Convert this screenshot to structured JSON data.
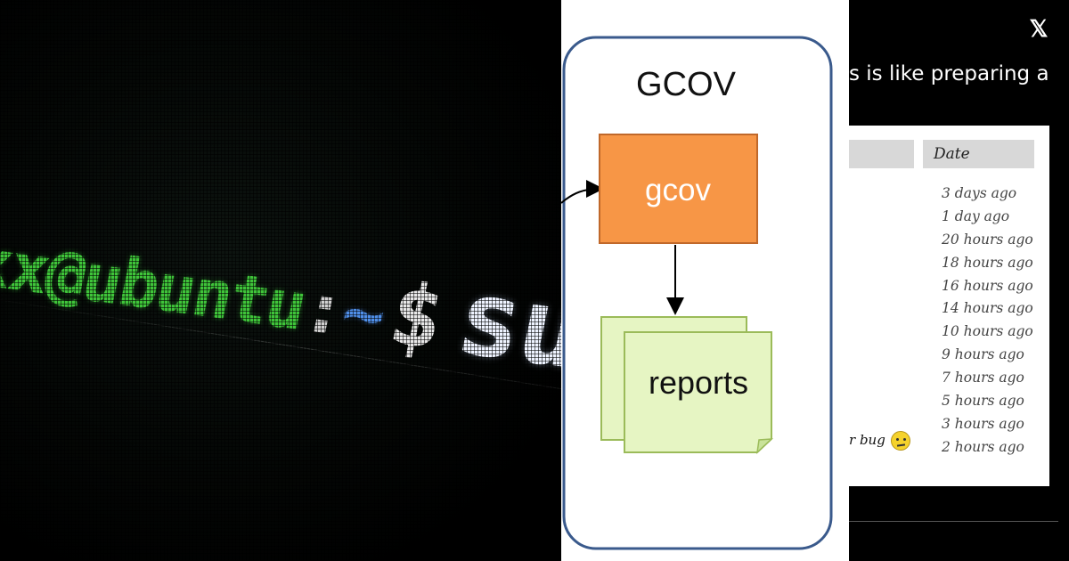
{
  "terminal": {
    "user_host": "xx@ubuntu",
    "separator": ":",
    "path": "~",
    "dollar": "$",
    "command": "sudo"
  },
  "diagram": {
    "title": "GCOV",
    "process_label": "gcov",
    "output_label": "reports",
    "process_color": "#f79646",
    "output_color": "#e6f5c3",
    "border_color": "#3a5a8c"
  },
  "overlay": {
    "close_icon": "x-logo-icon",
    "headline_fragment": "s is like preparing a",
    "table": {
      "date_header": "Date",
      "bug_text": "r bug",
      "bug_icon": "annoyed-face-emoji",
      "dates": [
        "3 days ago",
        "1 day ago",
        "20 hours ago",
        "18 hours ago",
        "16 hours ago",
        "14 hours ago",
        "10 hours ago",
        "9 hours ago",
        "7 hours ago",
        "5 hours ago",
        "3 hours ago",
        "2 hours ago"
      ]
    }
  }
}
